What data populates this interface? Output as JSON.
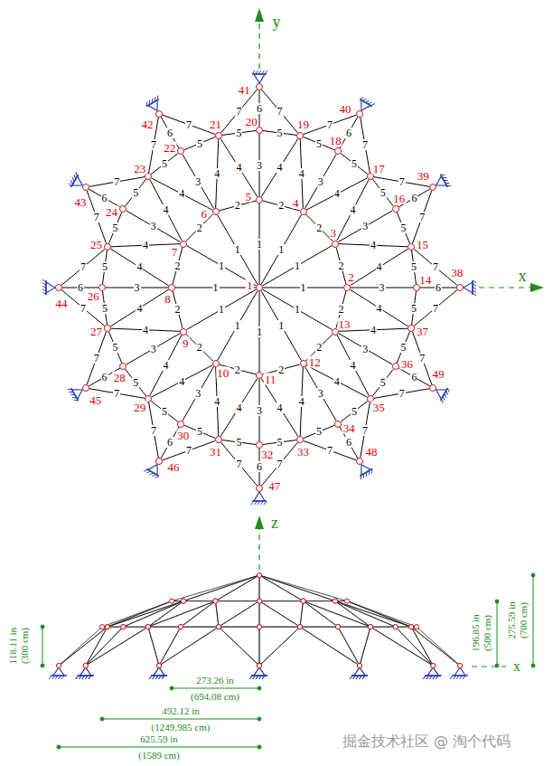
{
  "diagram": {
    "nodes": [
      {
        "text": [
          "1"
        ]
      },
      {
        "text": [
          "2"
        ]
      },
      {
        "text": [
          "3"
        ]
      },
      {
        "text": [
          "4"
        ]
      },
      {
        "text": [
          "5"
        ]
      },
      {
        "text": [
          "6"
        ]
      },
      {
        "text": [
          "7"
        ]
      },
      {
        "text": [
          "8"
        ]
      },
      {
        "text": [
          "9"
        ]
      },
      {
        "text": [
          "10"
        ]
      },
      {
        "text": [
          "11"
        ]
      },
      {
        "text": [
          "12"
        ]
      },
      {
        "text": [
          "13"
        ]
      },
      {
        "text": [
          "14"
        ]
      },
      {
        "text": [
          "15"
        ]
      },
      {
        "text": [
          "16"
        ]
      },
      {
        "text": [
          "17"
        ]
      },
      {
        "text": [
          "18"
        ]
      },
      {
        "text": [
          "19"
        ]
      },
      {
        "text": [
          "20"
        ]
      },
      {
        "text": [
          "21"
        ]
      },
      {
        "text": [
          "22"
        ]
      },
      {
        "text": [
          "23"
        ]
      },
      {
        "text": [
          "24"
        ]
      },
      {
        "text": [
          "25"
        ]
      },
      {
        "text": [
          "26"
        ]
      },
      {
        "text": [
          "27"
        ]
      },
      {
        "text": [
          "28"
        ]
      },
      {
        "text": [
          "29"
        ]
      },
      {
        "text": [
          "30"
        ]
      },
      {
        "text": [
          "31"
        ]
      },
      {
        "text": [
          "32"
        ]
      },
      {
        "text": [
          "33"
        ]
      },
      {
        "text": [
          "34"
        ]
      },
      {
        "text": [
          "35"
        ]
      },
      {
        "text": [
          "36"
        ]
      },
      {
        "text": [
          "37"
        ]
      },
      {
        "text": [
          "38"
        ]
      },
      {
        "text": [
          "39"
        ]
      },
      {
        "text": [
          "40"
        ]
      },
      {
        "text": [
          "41"
        ]
      },
      {
        "text": [
          "42"
        ]
      },
      {
        "text": [
          "43"
        ]
      },
      {
        "text": [
          "44"
        ]
      },
      {
        "text": [
          "45"
        ]
      },
      {
        "text": [
          "46"
        ]
      },
      {
        "text": [
          "47"
        ]
      },
      {
        "text": [
          "48"
        ]
      },
      {
        "text": [
          "49"
        ]
      }
    ],
    "edges": [
      {
        "from": 0,
        "to": 1,
        "label": "1",
        "arrow": "none"
      },
      {
        "from": 0,
        "to": 2,
        "label": "1",
        "arrow": "none"
      },
      {
        "from": 0,
        "to": 3,
        "label": "1",
        "arrow": "none"
      },
      {
        "from": 0,
        "to": 4,
        "label": "1",
        "arrow": "none"
      },
      {
        "from": 0,
        "to": 5,
        "label": "1",
        "arrow": "none"
      },
      {
        "from": 0,
        "to": 6,
        "label": "1",
        "arrow": "none"
      },
      {
        "from": 0,
        "to": 7,
        "label": "1",
        "arrow": "none"
      },
      {
        "from": 0,
        "to": 8,
        "label": "1",
        "arrow": "none"
      },
      {
        "from": 0,
        "to": 9,
        "label": "1",
        "arrow": "none"
      },
      {
        "from": 0,
        "to": 10,
        "label": "1",
        "arrow": "none"
      },
      {
        "from": 0,
        "to": 11,
        "label": "1",
        "arrow": "none"
      },
      {
        "from": 0,
        "to": 12,
        "label": "1",
        "arrow": "none"
      },
      {
        "from": 1,
        "to": 2,
        "label": "2",
        "arrow": "none"
      },
      {
        "from": 2,
        "to": 3,
        "label": "2",
        "arrow": "none"
      },
      {
        "from": 3,
        "to": 4,
        "label": "2",
        "arrow": "none"
      },
      {
        "from": 4,
        "to": 5,
        "label": "2",
        "arrow": "none"
      },
      {
        "from": 5,
        "to": 6,
        "label": "2",
        "arrow": "none"
      },
      {
        "from": 6,
        "to": 7,
        "label": "2",
        "arrow": "none"
      },
      {
        "from": 7,
        "to": 8,
        "label": "2",
        "arrow": "none"
      },
      {
        "from": 8,
        "to": 9,
        "label": "2",
        "arrow": "none"
      },
      {
        "from": 9,
        "to": 10,
        "label": "2",
        "arrow": "none"
      },
      {
        "from": 10,
        "to": 11,
        "label": "2",
        "arrow": "none"
      },
      {
        "from": 11,
        "to": 12,
        "label": "2",
        "arrow": "none"
      },
      {
        "from": 12,
        "to": 1,
        "label": "2",
        "arrow": "none"
      },
      {
        "from": 1,
        "to": 13,
        "label": "3",
        "arrow": "none"
      },
      {
        "from": 2,
        "to": 15,
        "label": "3",
        "arrow": "none"
      },
      {
        "from": 3,
        "to": 17,
        "label": "3",
        "arrow": "none"
      },
      {
        "from": 4,
        "to": 19,
        "label": "3",
        "arrow": "none"
      },
      {
        "from": 5,
        "to": 21,
        "label": "3",
        "arrow": "none"
      },
      {
        "from": 6,
        "to": 23,
        "label": "3",
        "arrow": "none"
      },
      {
        "from": 7,
        "to": 25,
        "label": "3",
        "arrow": "none"
      },
      {
        "from": 8,
        "to": 27,
        "label": "3",
        "arrow": "none"
      },
      {
        "from": 9,
        "to": 29,
        "label": "3",
        "arrow": "none"
      },
      {
        "from": 10,
        "to": 31,
        "label": "3",
        "arrow": "none"
      },
      {
        "from": 11,
        "to": 33,
        "label": "3",
        "arrow": "none"
      },
      {
        "from": 12,
        "to": 35,
        "label": "3",
        "arrow": "none"
      },
      {
        "from": 1,
        "to": 14,
        "label": "4",
        "arrow": "none"
      },
      {
        "from": 1,
        "to": 36,
        "label": "4",
        "arrow": "none"
      },
      {
        "from": 2,
        "to": 14,
        "label": "4",
        "arrow": "none"
      },
      {
        "from": 2,
        "to": 16,
        "label": "4",
        "arrow": "none"
      },
      {
        "from": 3,
        "to": 16,
        "label": "4",
        "arrow": "none"
      },
      {
        "from": 3,
        "to": 18,
        "label": "4",
        "arrow": "none"
      },
      {
        "from": 4,
        "to": 18,
        "label": "4",
        "arrow": "none"
      },
      {
        "from": 4,
        "to": 20,
        "label": "4",
        "arrow": "none"
      },
      {
        "from": 5,
        "to": 20,
        "label": "4",
        "arrow": "none"
      },
      {
        "from": 5,
        "to": 22,
        "label": "4",
        "arrow": "none"
      },
      {
        "from": 6,
        "to": 22,
        "label": "4",
        "arrow": "none"
      },
      {
        "from": 6,
        "to": 24,
        "label": "4",
        "arrow": "none"
      },
      {
        "from": 7,
        "to": 24,
        "label": "4",
        "arrow": "none"
      },
      {
        "from": 7,
        "to": 26,
        "label": "4",
        "arrow": "none"
      },
      {
        "from": 8,
        "to": 26,
        "label": "4",
        "arrow": "none"
      },
      {
        "from": 8,
        "to": 28,
        "label": "4",
        "arrow": "none"
      },
      {
        "from": 9,
        "to": 28,
        "label": "4",
        "arrow": "none"
      },
      {
        "from": 9,
        "to": 30,
        "label": "4",
        "arrow": "none"
      },
      {
        "from": 10,
        "to": 30,
        "label": "4",
        "arrow": "none"
      },
      {
        "from": 10,
        "to": 32,
        "label": "4",
        "arrow": "none"
      },
      {
        "from": 11,
        "to": 32,
        "label": "4",
        "arrow": "none"
      },
      {
        "from": 11,
        "to": 34,
        "label": "4",
        "arrow": "none"
      },
      {
        "from": 12,
        "to": 34,
        "label": "4",
        "arrow": "none"
      },
      {
        "from": 12,
        "to": 36,
        "label": "4",
        "arrow": "none"
      },
      {
        "from": 13,
        "to": 14,
        "label": "5",
        "arrow": "none"
      },
      {
        "from": 14,
        "to": 15,
        "label": "5",
        "arrow": "none"
      },
      {
        "from": 15,
        "to": 16,
        "label": "5",
        "arrow": "none"
      },
      {
        "from": 16,
        "to": 17,
        "label": "5",
        "arrow": "none"
      },
      {
        "from": 17,
        "to": 18,
        "label": "5",
        "arrow": "none"
      },
      {
        "from": 18,
        "to": 19,
        "label": "5",
        "arrow": "none"
      },
      {
        "from": 19,
        "to": 20,
        "label": "5",
        "arrow": "none"
      },
      {
        "from": 20,
        "to": 21,
        "label": "5",
        "arrow": "none"
      },
      {
        "from": 21,
        "to": 22,
        "label": "5",
        "arrow": "none"
      },
      {
        "from": 22,
        "to": 23,
        "label": "5",
        "arrow": "none"
      },
      {
        "from": 23,
        "to": 24,
        "label": "5",
        "arrow": "none"
      },
      {
        "from": 24,
        "to": 25,
        "label": "5",
        "arrow": "none"
      },
      {
        "from": 25,
        "to": 26,
        "label": "5",
        "arrow": "none"
      },
      {
        "from": 26,
        "to": 27,
        "label": "5",
        "arrow": "none"
      },
      {
        "from": 27,
        "to": 28,
        "label": "5",
        "arrow": "none"
      },
      {
        "from": 28,
        "to": 29,
        "label": "5",
        "arrow": "none"
      },
      {
        "from": 29,
        "to": 30,
        "label": "5",
        "arrow": "none"
      },
      {
        "from": 30,
        "to": 31,
        "label": "5",
        "arrow": "none"
      },
      {
        "from": 31,
        "to": 32,
        "label": "5",
        "arrow": "none"
      },
      {
        "from": 32,
        "to": 33,
        "label": "5",
        "arrow": "none"
      },
      {
        "from": 33,
        "to": 34,
        "label": "5",
        "arrow": "none"
      },
      {
        "from": 34,
        "to": 35,
        "label": "5",
        "arrow": "none"
      },
      {
        "from": 35,
        "to": 36,
        "label": "5",
        "arrow": "none"
      },
      {
        "from": 36,
        "to": 13,
        "label": "5",
        "arrow": "none"
      },
      {
        "from": 13,
        "to": 37,
        "label": "6",
        "arrow": "none"
      },
      {
        "from": 15,
        "to": 38,
        "label": "6",
        "arrow": "none"
      },
      {
        "from": 17,
        "to": 39,
        "label": "6",
        "arrow": "none"
      },
      {
        "from": 19,
        "to": 40,
        "label": "6",
        "arrow": "none"
      },
      {
        "from": 21,
        "to": 41,
        "label": "6",
        "arrow": "none"
      },
      {
        "from": 23,
        "to": 42,
        "label": "6",
        "arrow": "none"
      },
      {
        "from": 25,
        "to": 43,
        "label": "6",
        "arrow": "none"
      },
      {
        "from": 27,
        "to": 44,
        "label": "6",
        "arrow": "none"
      },
      {
        "from": 29,
        "to": 45,
        "label": "6",
        "arrow": "none"
      },
      {
        "from": 31,
        "to": 46,
        "label": "6",
        "arrow": "none"
      },
      {
        "from": 33,
        "to": 47,
        "label": "6",
        "arrow": "none"
      },
      {
        "from": 35,
        "to": 48,
        "label": "6",
        "arrow": "none"
      },
      {
        "from": 14,
        "to": 37,
        "label": "7",
        "arrow": "none"
      },
      {
        "from": 14,
        "to": 38,
        "label": "7",
        "arrow": "none"
      },
      {
        "from": 16,
        "to": 38,
        "label": "7",
        "arrow": "none"
      },
      {
        "from": 16,
        "to": 39,
        "label": "7",
        "arrow": "none"
      },
      {
        "from": 18,
        "to": 39,
        "label": "7",
        "arrow": "none"
      },
      {
        "from": 18,
        "to": 40,
        "label": "7",
        "arrow": "none"
      },
      {
        "from": 20,
        "to": 40,
        "label": "7",
        "arrow": "none"
      },
      {
        "from": 20,
        "to": 41,
        "label": "7",
        "arrow": "none"
      },
      {
        "from": 22,
        "to": 41,
        "label": "7",
        "arrow": "none"
      },
      {
        "from": 22,
        "to": 42,
        "label": "7",
        "arrow": "none"
      },
      {
        "from": 24,
        "to": 42,
        "label": "7",
        "arrow": "none"
      },
      {
        "from": 24,
        "to": 43,
        "label": "7",
        "arrow": "none"
      },
      {
        "from": 26,
        "to": 43,
        "label": "7",
        "arrow": "none"
      },
      {
        "from": 26,
        "to": 44,
        "label": "7",
        "arrow": "none"
      },
      {
        "from": 28,
        "to": 44,
        "label": "7",
        "arrow": "none"
      },
      {
        "from": 28,
        "to": 45,
        "label": "7",
        "arrow": "none"
      },
      {
        "from": 30,
        "to": 45,
        "label": "7",
        "arrow": "none"
      },
      {
        "from": 30,
        "to": 46,
        "label": "7",
        "arrow": "none"
      },
      {
        "from": 32,
        "to": 46,
        "label": "7",
        "arrow": "none"
      },
      {
        "from": 32,
        "to": 47,
        "label": "7",
        "arrow": "none"
      },
      {
        "from": 34,
        "to": 47,
        "label": "7",
        "arrow": "none"
      },
      {
        "from": 34,
        "to": 48,
        "label": "7",
        "arrow": "none"
      },
      {
        "from": 36,
        "to": 48,
        "label": "7",
        "arrow": "none"
      },
      {
        "from": 36,
        "to": 37,
        "label": "7",
        "arrow": "none"
      }
    ],
    "labels": [
      "y",
      "x",
      "z",
      "118.11 in",
      "(300 cm)",
      "196.85 in",
      "(500 cm)",
      "275.59 in",
      "(700 cm)",
      "x",
      "273.26 in",
      "(694.08 cm)",
      "492.12 in",
      "(1249.985 cm)",
      "625.59 in",
      "(1589 cm)",
      "掘金技术社区 @ 淘个代码"
    ]
  }
}
